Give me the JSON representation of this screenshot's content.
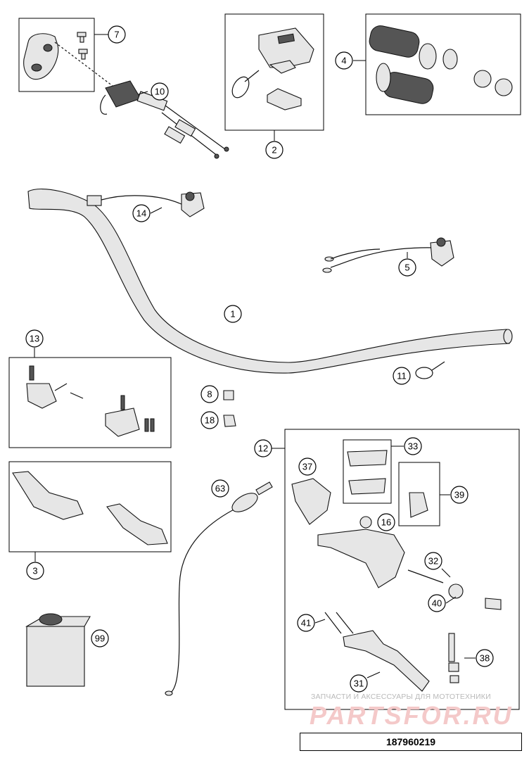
{
  "diagram": {
    "callouts": [
      {
        "id": "c7",
        "label": "7"
      },
      {
        "id": "c10",
        "label": "10"
      },
      {
        "id": "c2",
        "label": "2"
      },
      {
        "id": "c4",
        "label": "4"
      },
      {
        "id": "c14",
        "label": "14"
      },
      {
        "id": "c5",
        "label": "5"
      },
      {
        "id": "c1",
        "label": "1"
      },
      {
        "id": "c13",
        "label": "13"
      },
      {
        "id": "c11",
        "label": "11"
      },
      {
        "id": "c8",
        "label": "8"
      },
      {
        "id": "c18",
        "label": "18"
      },
      {
        "id": "c12",
        "label": "12"
      },
      {
        "id": "c33",
        "label": "33"
      },
      {
        "id": "c37",
        "label": "37"
      },
      {
        "id": "c63",
        "label": "63"
      },
      {
        "id": "c39",
        "label": "39"
      },
      {
        "id": "c16",
        "label": "16"
      },
      {
        "id": "c3",
        "label": "3"
      },
      {
        "id": "c32",
        "label": "32"
      },
      {
        "id": "c40",
        "label": "40"
      },
      {
        "id": "c41",
        "label": "41"
      },
      {
        "id": "c99",
        "label": "99"
      },
      {
        "id": "c38",
        "label": "38"
      },
      {
        "id": "c31",
        "label": "31"
      }
    ]
  },
  "watermark": {
    "text": "ЗАПЧАСТИ И АКСЕССУАРЫ ДЛЯ МОТОТЕХНИКИ",
    "logo": "PARTSFOR.RU"
  },
  "part_number": "187960219"
}
